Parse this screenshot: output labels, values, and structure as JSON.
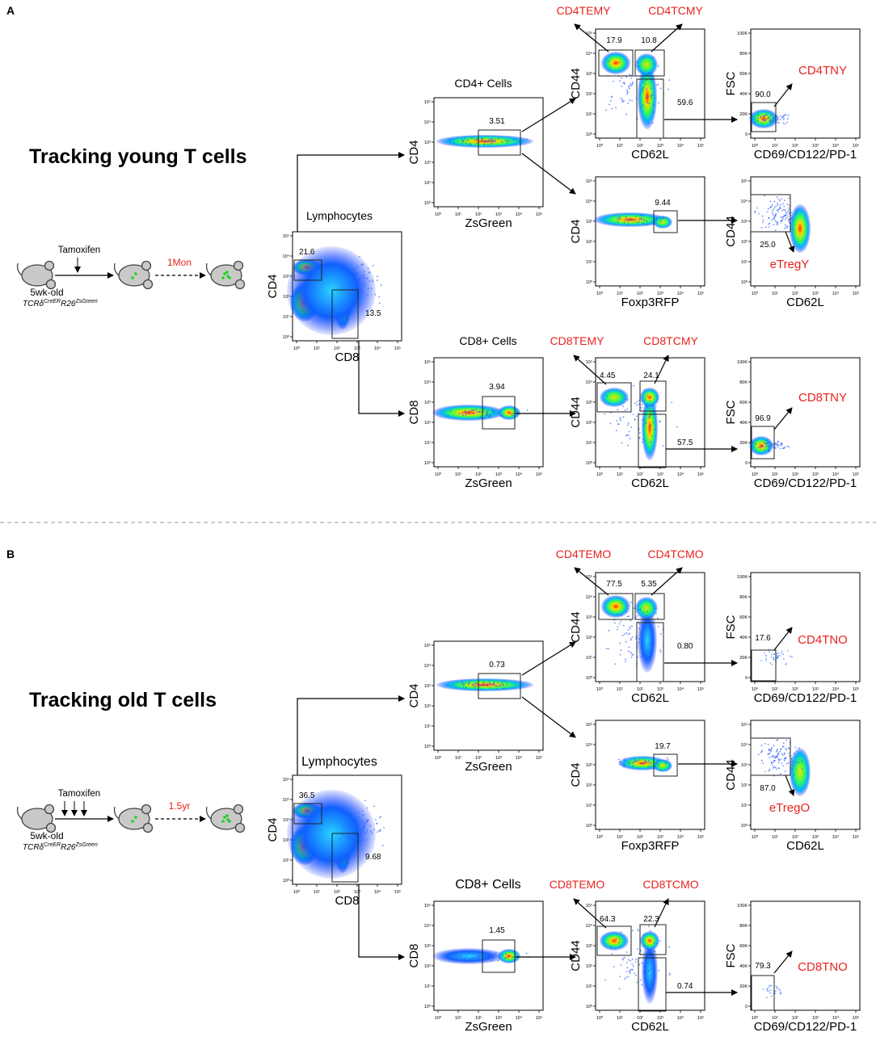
{
  "panels": [
    {
      "letter": "A",
      "heading": "Tracking young T cells",
      "treatment": "Tamoxifen",
      "duration": "1Mon",
      "mouse_age": "5wk-old",
      "genotype": {
        "base1": "TCRδ",
        "sup1": "CreER",
        "base2": "R26",
        "sup2": "ZsGreen"
      },
      "lymphocytes": {
        "title": "Lymphocytes",
        "xlabel": "CD8",
        "ylabel": "CD4",
        "cd4_pct": "21.6",
        "cd8_pct": "13.5"
      },
      "cd4_branch": {
        "title": "CD4+ Cells",
        "xlabel": "ZsGreen",
        "ylabel": "CD4",
        "gate_pct": "3.51",
        "mem": {
          "xlabel": "CD62L",
          "ylabel": "CD44",
          "tem_pct": "17.9",
          "tcm_pct": "10.8",
          "naive_pct": "59.6",
          "tem_label": "CD4TEMY",
          "tcm_label": "CD4TCMY"
        },
        "naive": {
          "xlabel": "CD69/CD122/PD-1",
          "ylabel": "FSC",
          "pct": "90.0",
          "label": "CD4TNY"
        },
        "foxp3": {
          "xlabel": "Foxp3RFP",
          "ylabel": "CD4",
          "pct": "9.44"
        },
        "treg": {
          "xlabel": "CD62L",
          "ylabel": "CD44",
          "pct": "25.0",
          "label": "eTregY"
        }
      },
      "cd8_branch": {
        "title": "CD8+ Cells",
        "xlabel": "ZsGreen",
        "ylabel": "CD8",
        "gate_pct": "3.94",
        "mem": {
          "xlabel": "CD62L",
          "ylabel": "CD44",
          "tem_pct": "4.45",
          "tcm_pct": "24.1",
          "naive_pct": "57.5",
          "tem_label": "CD8TEMY",
          "tcm_label": "CD8TCMY"
        },
        "naive": {
          "xlabel": "CD69/CD122/PD-1",
          "ylabel": "FSC",
          "pct": "96.9",
          "label": "CD8TNY"
        }
      }
    },
    {
      "letter": "B",
      "heading": "Tracking old T cells",
      "treatment": "Tamoxifen",
      "duration": "1.5yr",
      "mouse_age": "5wk-old",
      "genotype": {
        "base1": "TCRδ",
        "sup1": "CreER",
        "base2": "R26",
        "sup2": "ZsGreen"
      },
      "lymphocytes": {
        "title": "Lymphocytes",
        "xlabel": "CD8",
        "ylabel": "CD4",
        "cd4_pct": "36.5",
        "cd8_pct": "9.68"
      },
      "cd4_branch": {
        "title": "CD4+ Cells",
        "xlabel": "ZsGreen",
        "ylabel": "CD4",
        "gate_pct": "0.73",
        "mem": {
          "xlabel": "CD62L",
          "ylabel": "CD44",
          "tem_pct": "77.5",
          "tcm_pct": "5.35",
          "naive_pct": "0.80",
          "tem_label": "CD4TEMO",
          "tcm_label": "CD4TCMO"
        },
        "naive": {
          "xlabel": "CD69/CD122/PD-1",
          "ylabel": "FSC",
          "pct": "17.6",
          "label": "CD4TNO"
        },
        "foxp3": {
          "xlabel": "Foxp3RFP",
          "ylabel": "CD4",
          "pct": "19.7"
        },
        "treg": {
          "xlabel": "CD62L",
          "ylabel": "CD44",
          "pct": "87.0",
          "label": "eTregO"
        }
      },
      "cd8_branch": {
        "title": "CD8+ Cells",
        "xlabel": "ZsGreen",
        "ylabel": "CD8",
        "gate_pct": "1.45",
        "mem": {
          "xlabel": "CD62L",
          "ylabel": "CD44",
          "tem_pct": "64.3",
          "tcm_pct": "22.3",
          "naive_pct": "0.74",
          "tem_label": "CD8TEMO",
          "tcm_label": "CD8TCMO"
        },
        "naive": {
          "xlabel": "CD69/CD122/PD-1",
          "ylabel": "FSC",
          "pct": "79.3",
          "label": "CD8TNO"
        }
      }
    }
  ],
  "axis_ticks": {
    "log": [
      "10⁰",
      "10¹",
      "10²",
      "10³",
      "10⁴",
      "10⁵"
    ],
    "fsc": [
      "0",
      "20K",
      "40K",
      "60K",
      "80K",
      "100K"
    ]
  },
  "colors": {
    "red_label": "#e8231f",
    "arrow": "#000000",
    "gate": "#222222"
  }
}
